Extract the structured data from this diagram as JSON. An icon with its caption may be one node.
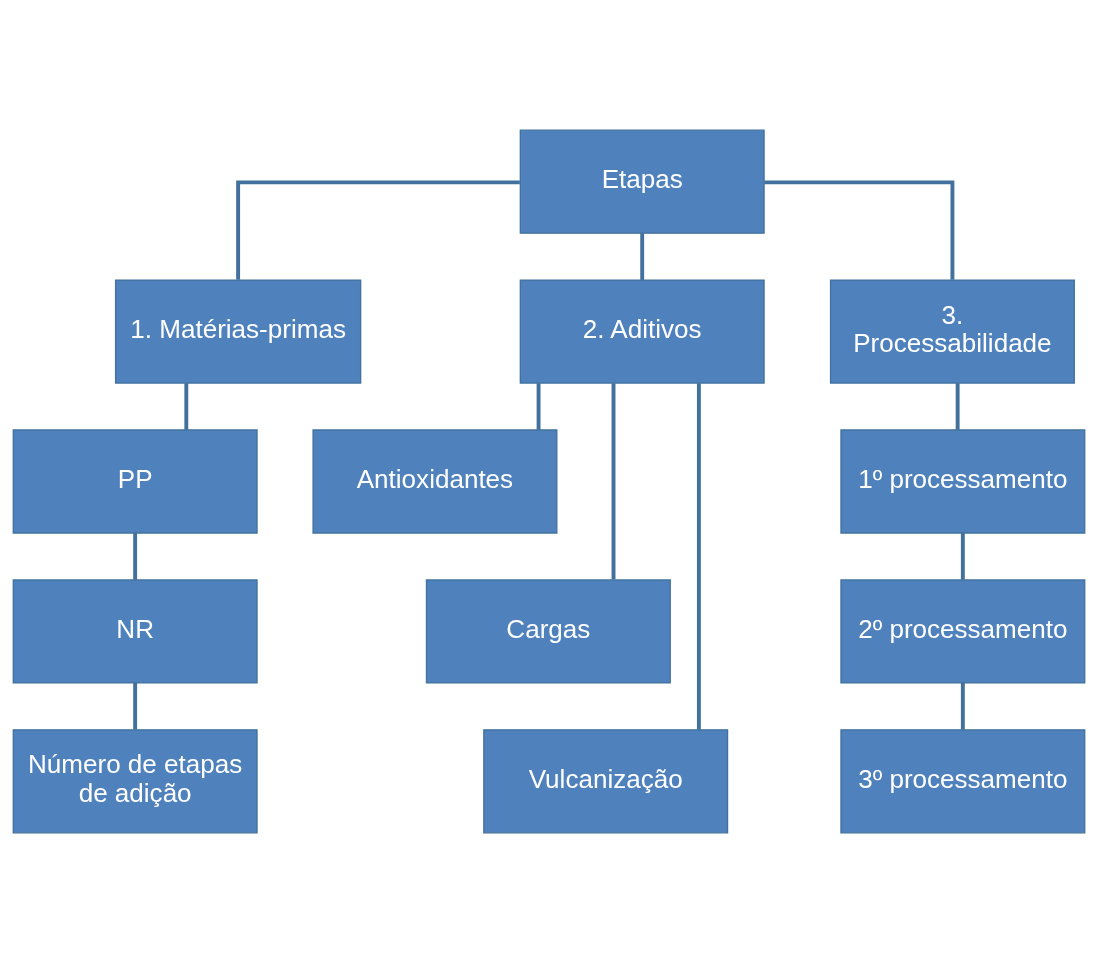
{
  "diagram": {
    "nodes": [
      {
        "text": [
          "Etapas"
        ]
      },
      {
        "text": [
          "1. Matérias-primas"
        ]
      },
      {
        "text": [
          "2. Aditivos"
        ]
      },
      {
        "text": [
          "3. Processabilidade"
        ]
      },
      {
        "text": [
          "PP"
        ]
      },
      {
        "text": [
          "NR"
        ]
      },
      {
        "text": [
          "Número de etapas de adição"
        ]
      },
      {
        "text": [
          "Antioxidantes"
        ]
      },
      {
        "text": [
          "Cargas"
        ]
      },
      {
        "text": [
          "Vulcanização"
        ]
      },
      {
        "text": [
          "1º processamento"
        ]
      },
      {
        "text": [
          "2º processamento"
        ]
      },
      {
        "text": [
          "3º processamento"
        ]
      }
    ],
    "edges": [
      {
        "from": 0,
        "to": 1,
        "arrow": "none"
      },
      {
        "from": 0,
        "to": 2,
        "arrow": "none"
      },
      {
        "from": 0,
        "to": 3,
        "arrow": "none"
      },
      {
        "from": 1,
        "to": 4,
        "arrow": "none"
      },
      {
        "from": 4,
        "to": 5,
        "arrow": "none"
      },
      {
        "from": 5,
        "to": 6,
        "arrow": "none"
      },
      {
        "from": 2,
        "to": 7,
        "arrow": "none"
      },
      {
        "from": 2,
        "to": 8,
        "arrow": "none"
      },
      {
        "from": 2,
        "to": 9,
        "arrow": "none"
      },
      {
        "from": 3,
        "to": 10,
        "arrow": "none"
      },
      {
        "from": 10,
        "to": 11,
        "arrow": "none"
      },
      {
        "from": 11,
        "to": 12,
        "arrow": "none"
      }
    ]
  }
}
